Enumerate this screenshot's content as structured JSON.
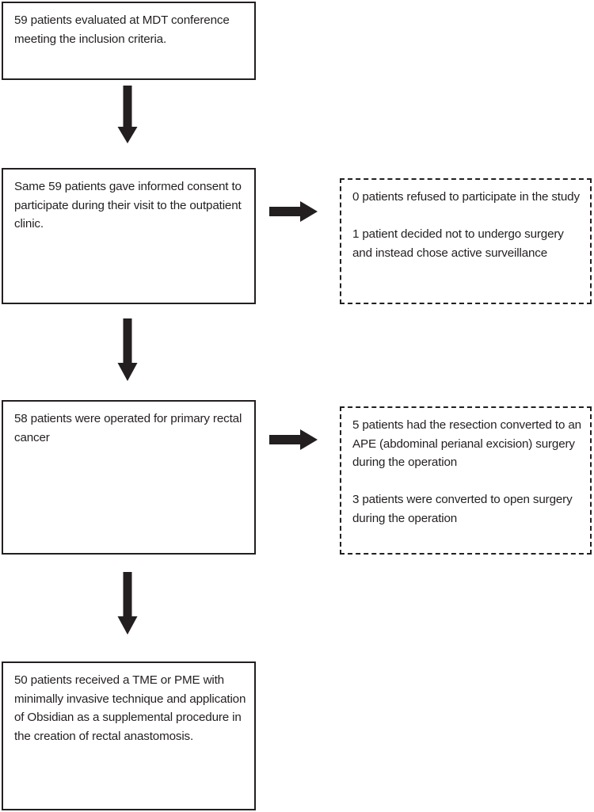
{
  "figure": {
    "type": "flowchart",
    "orientation": "vertical-with-side-branches",
    "colors": {
      "stroke": "#231f20",
      "text": "#231f20",
      "background": "#ffffff"
    }
  },
  "nodes": [
    {
      "id": "node-1",
      "style": "solid",
      "text": "59 patients evaluated at MDT conference meeting the inclusion criteria."
    },
    {
      "id": "node-2",
      "style": "solid",
      "text": "Same 59 patients gave informed consent to participate during their visit to the outpatient clinic."
    },
    {
      "id": "node-3",
      "style": "solid",
      "text": "58 patients were operated for primary rectal cancer"
    },
    {
      "id": "node-4",
      "style": "solid",
      "text": "50 patients received a TME or PME with minimally invasive technique and application of Obsidian as a supplemental procedure in the creation of rectal anastomosis."
    }
  ],
  "exclusions": [
    {
      "id": "exclusion-1",
      "style": "dashed",
      "text": "0 patients refused to participate in the study\n\n1 patient decided not to undergo surgery and instead chose active surveillance"
    },
    {
      "id": "exclusion-2",
      "style": "dashed",
      "text": "5 patients had the resection converted to an APE (abdominal perianal excision) surgery during the operation\n\n3 patients were converted to open surgery during the operation"
    }
  ],
  "connectors": [
    {
      "id": "arrow-down-1",
      "direction": "down",
      "from": "node-1",
      "to": "node-2"
    },
    {
      "id": "arrow-right-1",
      "direction": "right",
      "from": "node-2",
      "to": "exclusion-1"
    },
    {
      "id": "arrow-down-2",
      "direction": "down",
      "from": "node-2",
      "to": "node-3"
    },
    {
      "id": "arrow-right-2",
      "direction": "right",
      "from": "node-3",
      "to": "exclusion-2"
    },
    {
      "id": "arrow-down-3",
      "direction": "down",
      "from": "node-3",
      "to": "node-4"
    }
  ]
}
